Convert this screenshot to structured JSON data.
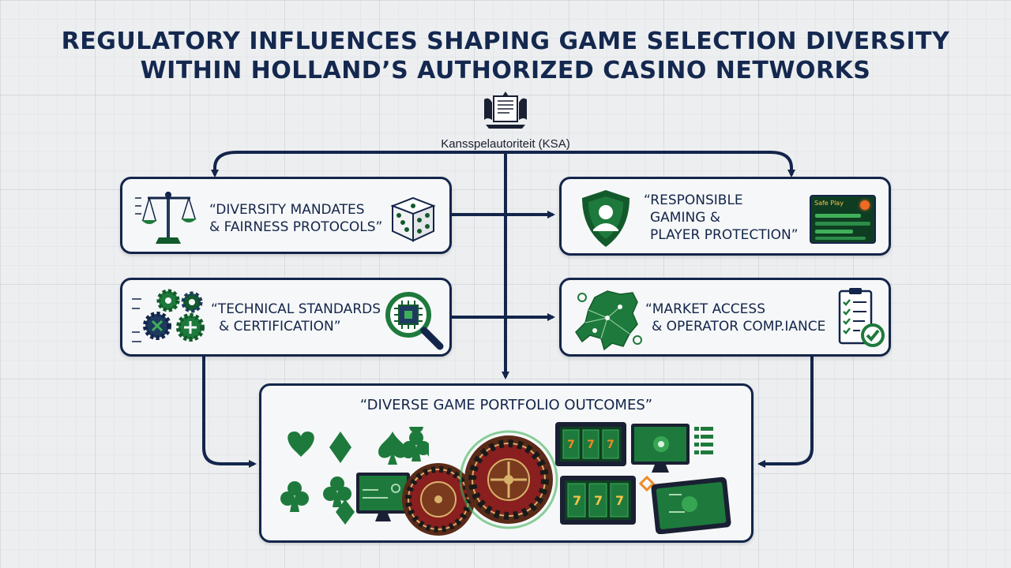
{
  "title": {
    "line1": "REGULATORY INFLUENCES SHAPING GAME SELECTION DIVERSITY",
    "line2": "WITHIN HOLLAND’S AUTHORIZED CASINO NETWORKS"
  },
  "regulator": {
    "name": "Kansspelautoriteit (KSA)",
    "icon": "coat-of-arms-icon"
  },
  "cards": {
    "diversity": {
      "line1": "“DIVERSITY MANDATES",
      "line2": "& FAIRNESS PROTOCOLS”",
      "icons": [
        "balance-scale-icon",
        "dice-icon"
      ]
    },
    "responsible": {
      "line1": "“RESPONSIBLE",
      "line2": "GAMING &",
      "line3": "PLAYER PROTECTION”",
      "icons": [
        "shield-user-icon",
        "safe-play-dashboard-icon"
      ],
      "panel_label": "Safe Play"
    },
    "technical": {
      "line1": "“TECHNICAL STANDARDS",
      "line2": "& CERTIFICATION”",
      "icons": [
        "gears-icon",
        "chip-magnifier-icon"
      ]
    },
    "market": {
      "line1": "“MARKET ACCESS",
      "line2": "& OPERATOR COMP.IANCE",
      "icons": [
        "netherlands-map-icon",
        "checklist-icon"
      ]
    }
  },
  "outcome": {
    "title": "“DIVERSE GAME PORTFOLIO OUTCOMES”",
    "icons": [
      "card-suits-icon",
      "roulette-wheel-icon",
      "slot-machine-icon",
      "tablet-game-icon",
      "monitor-table-icon"
    ]
  },
  "colors": {
    "navy": "#13254a",
    "green": "#1e7a3c",
    "dark_green": "#125a2b",
    "card_bg": "#f6f7f8",
    "accent_orange": "#f08a24",
    "roulette_red": "#8a1f1f"
  }
}
